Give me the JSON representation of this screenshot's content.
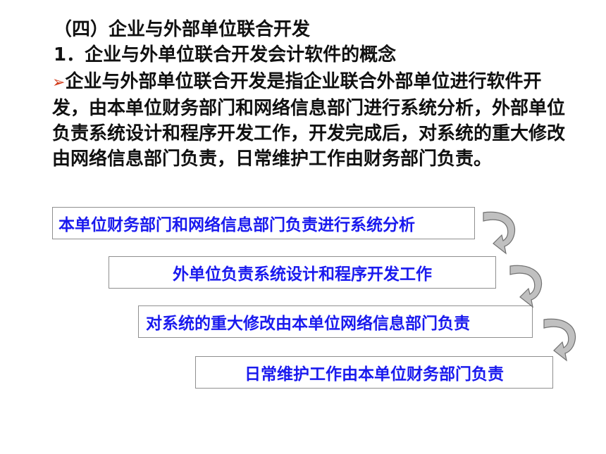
{
  "heading": "（四）企业与外部单位联合开发",
  "subheading": "1．企业与外单位联合开发会计软件的概念",
  "paragraph": "企业与外部单位联合开发是指企业联合外部单位进行软件开发，由本单位财务部门和网络信息部门进行系统分析，外部单位负责系统设计和程序开发工作，开发完成后，对系统的重大修改由网络信息部门负责，日常维护工作由财务部门负责。",
  "bullet_icon": "arrow-bullet",
  "steps": [
    "本单位财务部门和网络信息部门负责进行系统分析",
    "外单位负责系统设计和程序开发工作",
    "对系统的重大修改由本单位网络信息部门负责",
    "日常维护工作由本单位财务部门负责"
  ],
  "connector_icon": "curved-down-arrow",
  "colors": {
    "text": "#111111",
    "step_text": "#1a1aee",
    "bullet": "#d23b1a",
    "box_border": "#8f8f8f",
    "arrow_fill": "#c0c0c0"
  }
}
